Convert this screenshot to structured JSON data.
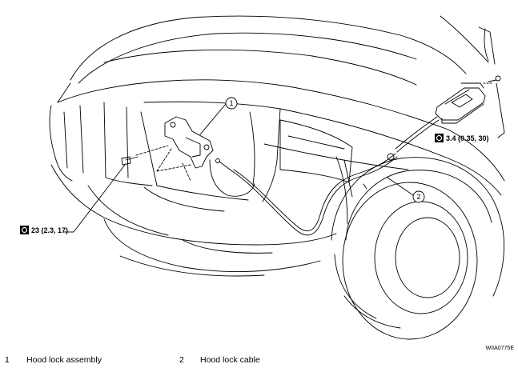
{
  "callouts": [
    {
      "number": "1",
      "label": "Hood lock assembly"
    },
    {
      "number": "2",
      "label": "Hood lock cable"
    }
  ],
  "torque_specs": {
    "left": "23 (2.3, 17)",
    "right": "3.4 (0.35, 30)"
  },
  "icons": {
    "torque": "torque-wrench-icon"
  },
  "figure_id": "WIIA0775E",
  "colors": {
    "line": "#000000",
    "background": "#ffffff"
  }
}
